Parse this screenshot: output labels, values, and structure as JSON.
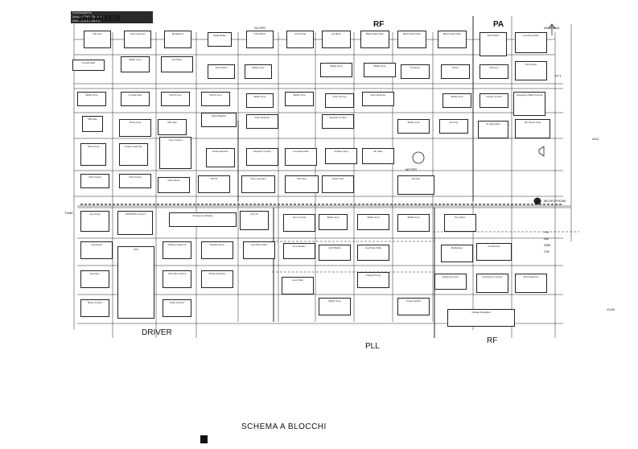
{
  "section_labels": {
    "mixer": "2nd MIXER",
    "rf_top": "RF",
    "pa": "PA",
    "main": "MAIN",
    "driver": "DRIVER",
    "pll": "PLL",
    "rf_bottom": "RF"
  },
  "page_title": "SCHEMA A BLOCCHI",
  "watermark": {
    "line1": "Downloaded by",
    "line2": "Amateur Radio Directory",
    "line3": "www.hamdirectory.info"
  },
  "blocks": [
    "RF Amp",
    "2nd Local Osc",
    "Multiplexer",
    "Swap Buffer",
    "T/R Switch",
    "1st IF Amp",
    "1st Mixer",
    "Band Pass Filter",
    "Band Pass Filter",
    "Band Pass Filter",
    "T/R Switch",
    "Low-Pass Filter",
    "Crystal Filter",
    "Buffer Amp",
    "2nd Mixer",
    "T/R Switch",
    "Buffer Amp",
    "Buffer Amp",
    "Buffer Amp",
    "Predriver",
    "Driver",
    "RF Amp",
    "PA Protect",
    "Buffer Amp",
    "Crystal Filter",
    "2nd IF Amp",
    "2nd IF Amp",
    "Buffer Amp",
    "Buffer Amp",
    "AGC IF Amp",
    "AGC Detector",
    "Buffer Amp",
    "Carrier Control",
    "Frequency Band Control",
    "NB Gate",
    "Noise Amp",
    "NB Gate",
    "Noise Blanker",
    "AGC Detector",
    "Squelch Control",
    "Buffer Amp",
    "AF Amp",
    "IF Attenuator",
    "RF Power Amp",
    "Noise Amp",
    "Audio Local Osc",
    "Tone Control",
    "Noise Detector",
    "Squelch Control",
    "Low Attenuator",
    "S-Meter Amp",
    "AF Gate",
    "CW Control",
    "CW Control",
    "CW Carrier",
    "FM Fil",
    "Time Constant",
    "Mic Amp",
    "Audio VCA",
    "AF Amp",
    "Key Input",
    "UP/DOWN Control",
    "Frequency Display",
    "DC Ltd",
    "ALC Control",
    "Buffer Amp",
    "Buffer Amp",
    "Buffer Amp",
    "PLL Mixer",
    "Keyboard",
    "CPU",
    "Display Segment",
    "Display Driver",
    "PLL Divider",
    "VCO Buffer",
    "Low Pass Filter",
    "Multiplexer",
    "Crystal Osc",
    "Encoder",
    "CPU Bus Control",
    "Phase Detector",
    "Low Pass Filter",
    "Charge Pump",
    "Reference Osc",
    "Frequency Control",
    "AF Frequency",
    "Beep Control",
    "Mute Control",
    "Loop Filter",
    "Buffer Amp",
    "Voltage Regulator",
    "Power Switch"
  ],
  "small_tags": [
    "SCOPE",
    "ANTENNA",
    "MICROPHONE",
    "METER",
    "TUNE",
    "13.8V",
    "PTT",
    "AGC",
    "FM",
    "AM",
    "SSB",
    "CW"
  ]
}
